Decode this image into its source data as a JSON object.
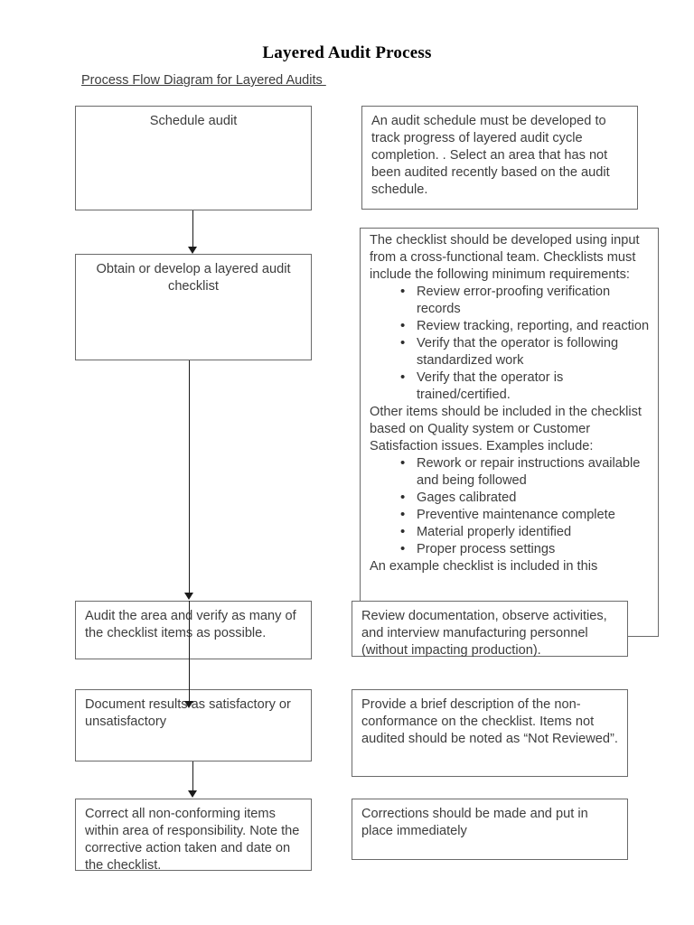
{
  "document": {
    "title": "Layered Audit Process",
    "subtitle": "Process Flow Diagram for Layered Audits "
  },
  "process_steps": [
    {
      "id": "schedule",
      "label": "Schedule audit"
    },
    {
      "id": "checklist",
      "label": "Obtain or develop a layered audit checklist"
    },
    {
      "id": "audit",
      "label": "Audit the area and verify as many of the checklist items as possible."
    },
    {
      "id": "document",
      "label": "Document results as satisfactory or unsatisfactory"
    },
    {
      "id": "correct",
      "label": "Correct all non-conforming items within area of responsibility.  Note the corrective action taken and date on the checklist."
    }
  ],
  "descriptions": {
    "schedule": "An audit schedule must be developed to track progress of layered audit cycle completion.  .  Select an area that has not been audited recently based on the audit schedule.",
    "checklist": {
      "intro": "The checklist should be developed using input from a cross-functional team.  Checklists must include the following minimum requirements:",
      "requirements": [
        "Review error-proofing verification records",
        "Review tracking, reporting, and reaction",
        "Verify that the operator is following standardized work",
        "Verify that the operator is trained/certified."
      ],
      "middle": "Other items should be included in the checklist based on Quality system or Customer Satisfaction issues.  Examples include:",
      "examples": [
        "Rework or repair instructions available and being followed",
        "Gages calibrated",
        "Preventive maintenance complete",
        "Material properly identified",
        "Proper process settings"
      ],
      "clipped_tail": "An example checklist is included in this"
    },
    "audit": "Review documentation, observe activities, and interview manufacturing personnel (without impacting production).",
    "document": "Provide a brief description of the non-conformance on the checklist.  Items not audited should be noted as “Not Reviewed”.",
    "correct": "Corrections should be made and put in place immediately"
  },
  "colors": {
    "page_background": "#ffffff",
    "box_border": "#6a6a6a",
    "text": "#3d3d3d",
    "title_text": "#000000",
    "connector": "#1b1b1b"
  }
}
